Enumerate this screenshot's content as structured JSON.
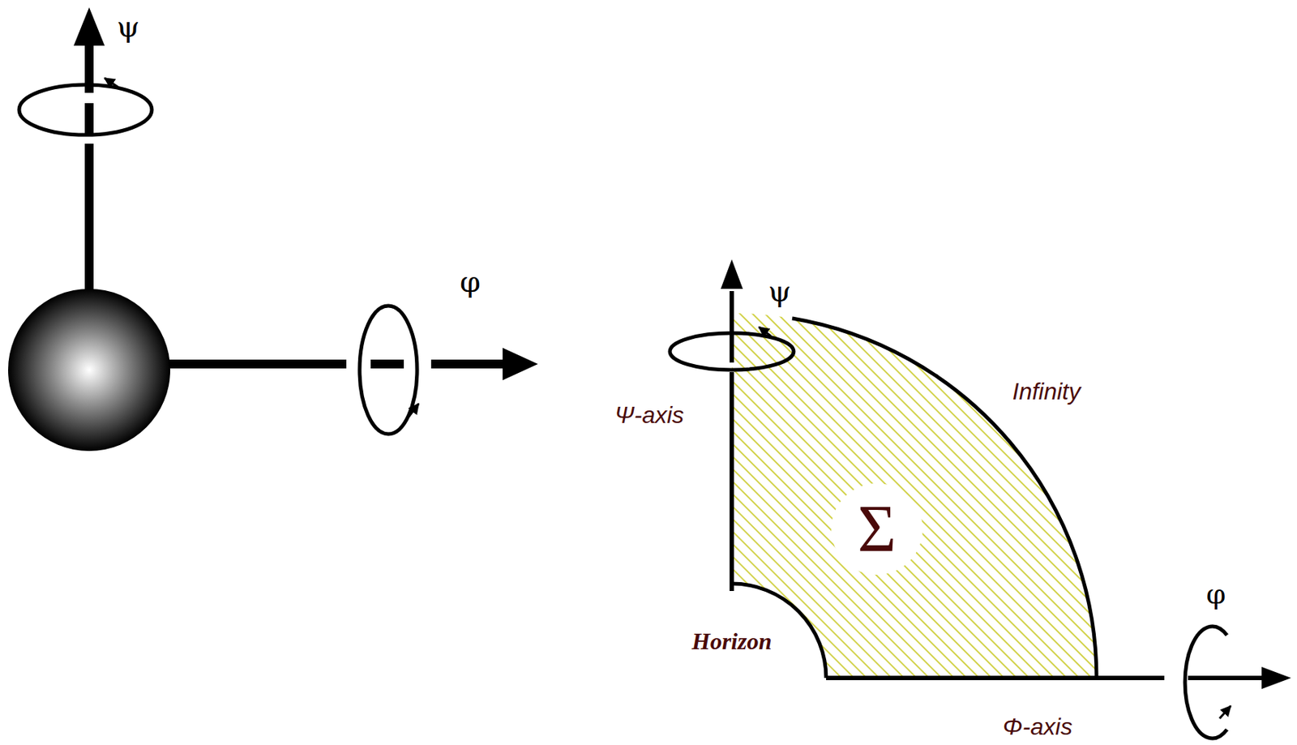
{
  "diagram": {
    "labels": [
      "ψ",
      "φ",
      "ψ",
      "Ψ-axis",
      "Infinity",
      "Σ",
      "Horizon",
      "φ",
      "Φ-axis"
    ]
  }
}
